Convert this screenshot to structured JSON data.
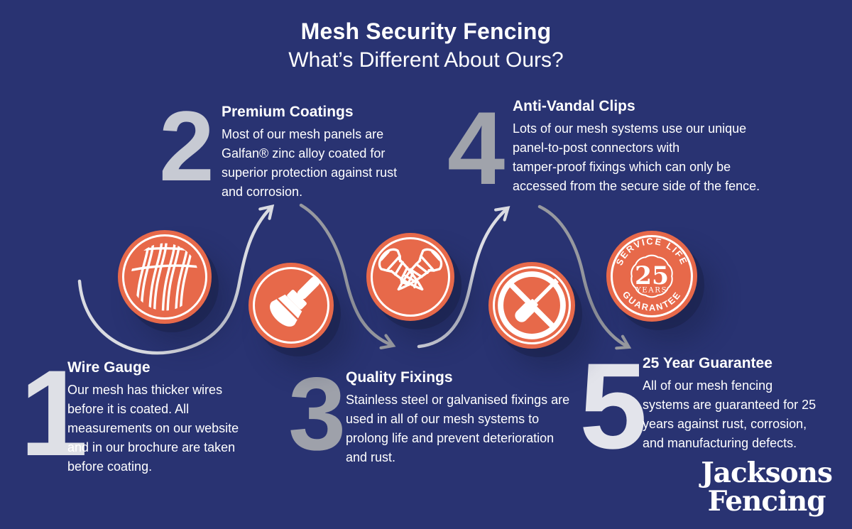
{
  "title": {
    "line1": "Mesh Security Fencing",
    "line2": "What’s Different About Ours?"
  },
  "steps": [
    {
      "number": "1",
      "heading": "Wire Gauge",
      "lines": [
        "Our mesh has thicker wires",
        "before it is coated. All",
        "measurements on our website",
        "and in our brochure are taken",
        "before coating."
      ],
      "icon": "mesh-panel-icon"
    },
    {
      "number": "2",
      "heading": "Premium Coatings",
      "lines": [
        "Most of our mesh panels are",
        "Galfan® zinc alloy coated for",
        "superior protection against rust",
        "and corrosion."
      ],
      "icon": "paint-brush-icon"
    },
    {
      "number": "3",
      "heading": "Quality Fixings",
      "lines": [
        "Stainless steel or galvanised fixings are",
        "used in all of our mesh systems to",
        "prolong life and prevent deterioration",
        "and rust."
      ],
      "icon": "crossed-screws-icon"
    },
    {
      "number": "4",
      "heading": "Anti-Vandal Clips",
      "lines": [
        "Lots of our mesh systems use our unique",
        "panel-to-post connectors with",
        "tamper-proof fixings which can only be",
        "accessed from the secure side of the fence."
      ],
      "icon": "no-screwdriver-icon"
    },
    {
      "number": "5",
      "heading": "25 Year Guarantee",
      "lines": [
        "All of our mesh fencing",
        "systems are guaranteed for 25",
        "years against rust, corrosion,",
        "and manufacturing defects."
      ],
      "icon": "service-life-badge-icon"
    }
  ],
  "badge": {
    "arc_top": "SERVICE LIFE",
    "number": "25",
    "unit": "YEARS",
    "arc_bottom": "GUARANTEE"
  },
  "logo": {
    "line1": "Jacksons",
    "line2": "Fencing"
  },
  "colors": {
    "background": "#293372",
    "circle_orange": "#E7694A",
    "icon_art_white": "#FFFFFF",
    "shadow_navy": "#1D2757",
    "number_colors": [
      "#DEE0E6",
      "#C7CAD3",
      "#9EA1AA",
      "#A0A3AB",
      "#E3E4EB"
    ],
    "arrow_light": "#D9DBE1",
    "arrow_gray": "#97999F",
    "text_white": "#FFFFFF"
  }
}
